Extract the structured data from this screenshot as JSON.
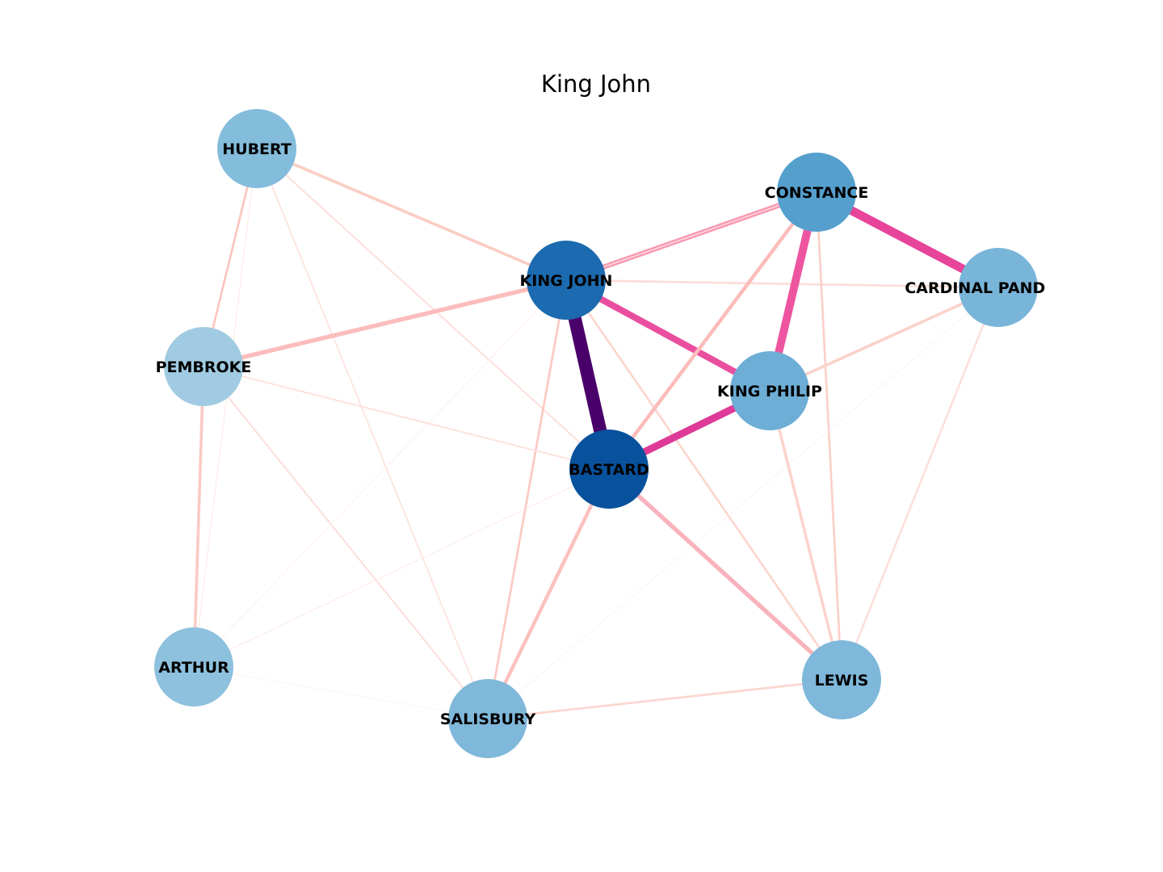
{
  "title": "King John",
  "nodes": [
    {
      "id": "HUBERT",
      "label": "HUBERT",
      "color": "#84bcdb"
    },
    {
      "id": "CONSTANCE",
      "label": "CONSTANCE",
      "color": "#559fcd"
    },
    {
      "id": "KING_JOHN",
      "label": "KING JOHN",
      "color": "#1c6aaf"
    },
    {
      "id": "CARDINAL_PANDULPH",
      "label": "CARDINAL PANDULPH",
      "color": "#79b5d9"
    },
    {
      "id": "PEMBROKE",
      "label": "PEMBROKE",
      "color": "#a0cbe2"
    },
    {
      "id": "KING_PHILIP",
      "label": "KING PHILIP",
      "color": "#6eaed6"
    },
    {
      "id": "BASTARD",
      "label": "BASTARD",
      "color": "#08519c"
    },
    {
      "id": "ARTHUR",
      "label": "ARTHUR",
      "color": "#8dc1dd"
    },
    {
      "id": "SALISBURY",
      "label": "SALISBURY",
      "color": "#7fb8da"
    },
    {
      "id": "LEWIS",
      "label": "LEWIS",
      "color": "#7fb8da"
    }
  ],
  "edges": [
    {
      "source": "HUBERT",
      "target": "KING_JOHN",
      "weight": 4,
      "color": "#fbcdc4"
    },
    {
      "source": "HUBERT",
      "target": "PEMBROKE",
      "weight": 3,
      "color": "#fbc5bf"
    },
    {
      "source": "HUBERT",
      "target": "ARTHUR",
      "weight": 1,
      "color": "#fde6e1"
    },
    {
      "source": "HUBERT",
      "target": "BASTARD",
      "weight": 2,
      "color": "#fcdcd7"
    },
    {
      "source": "HUBERT",
      "target": "SALISBURY",
      "weight": 2,
      "color": "#fde3de"
    },
    {
      "source": "KING_JOHN",
      "target": "CONSTANCE",
      "weight": 7,
      "color": "#f99ab3"
    },
    {
      "source": "KING_JOHN",
      "target": "CARDINAL_PANDULPH",
      "weight": 3,
      "color": "#fcdcd7"
    },
    {
      "source": "KING_JOHN",
      "target": "PEMBROKE",
      "weight": 6,
      "color": "#fbbdbc"
    },
    {
      "source": "KING_JOHN",
      "target": "KING_PHILIP",
      "weight": 9,
      "color": "#ea4f9f"
    },
    {
      "source": "KING_JOHN",
      "target": "BASTARD",
      "weight": 18,
      "color": "#4a006a"
    },
    {
      "source": "KING_JOHN",
      "target": "LEWIS",
      "weight": 3,
      "color": "#fcd6cf"
    },
    {
      "source": "KING_JOHN",
      "target": "SALISBURY",
      "weight": 3,
      "color": "#fbcac4"
    },
    {
      "source": "KING_JOHN",
      "target": "ARTHUR",
      "weight": 1,
      "color": "#fef0ec"
    },
    {
      "source": "CONSTANCE",
      "target": "CARDINAL_PANDULPH",
      "weight": 12,
      "color": "#e7459a"
    },
    {
      "source": "CONSTANCE",
      "target": "KING_PHILIP",
      "weight": 11,
      "color": "#ee55a0"
    },
    {
      "source": "CONSTANCE",
      "target": "BASTARD",
      "weight": 5,
      "color": "#fbbcbb"
    },
    {
      "source": "CONSTANCE",
      "target": "LEWIS",
      "weight": 3,
      "color": "#fbd0ca"
    },
    {
      "source": "CONSTANCE",
      "target": "KING_JOHN",
      "weight": 1,
      "color": "#fff3f0"
    },
    {
      "source": "CARDINAL_PANDULPH",
      "target": "KING_PHILIP",
      "weight": 4,
      "color": "#fbd2cb"
    },
    {
      "source": "CARDINAL_PANDULPH",
      "target": "LEWIS",
      "weight": 3,
      "color": "#fde1dc"
    },
    {
      "source": "CARDINAL_PANDULPH",
      "target": "SALISBURY",
      "weight": 1,
      "color": "#fef2ef"
    },
    {
      "source": "PEMBROKE",
      "target": "BASTARD",
      "weight": 2,
      "color": "#fde0da"
    },
    {
      "source": "PEMBROKE",
      "target": "ARTHUR",
      "weight": 4,
      "color": "#fbcac4"
    },
    {
      "source": "PEMBROKE",
      "target": "SALISBURY",
      "weight": 2,
      "color": "#fcdcd7"
    },
    {
      "source": "KING_PHILIP",
      "target": "BASTARD",
      "weight": 10,
      "color": "#df3a98"
    },
    {
      "source": "KING_PHILIP",
      "target": "LEWIS",
      "weight": 4,
      "color": "#fcd3cd"
    },
    {
      "source": "BASTARD",
      "target": "LEWIS",
      "weight": 6,
      "color": "#f8b3bd"
    },
    {
      "source": "BASTARD",
      "target": "SALISBURY",
      "weight": 5,
      "color": "#fbc1bf"
    },
    {
      "source": "BASTARD",
      "target": "ARTHUR",
      "weight": 1,
      "color": "#fde8e4"
    },
    {
      "source": "SALISBURY",
      "target": "LEWIS",
      "weight": 3,
      "color": "#fcd6cf"
    },
    {
      "source": "SALISBURY",
      "target": "ARTHUR",
      "weight": 1,
      "color": "#fff4f1"
    }
  ]
}
